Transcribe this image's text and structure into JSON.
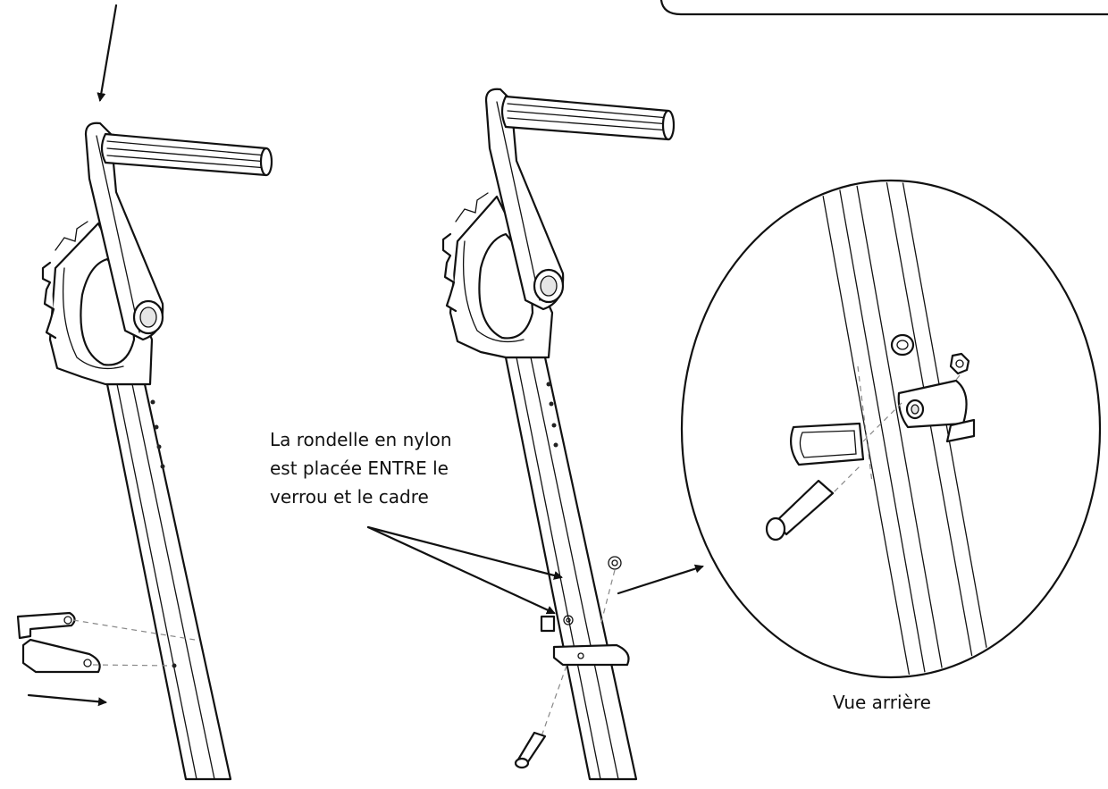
{
  "callout": {
    "lines": [
      "La rondelle en nylon",
      "est placée ENTRE le",
      "verrou et le cadre"
    ]
  },
  "detail_caption": "Vue arrière",
  "colors": {
    "line": "#111111",
    "background": "#ffffff",
    "dashed_guide": "#888888"
  }
}
